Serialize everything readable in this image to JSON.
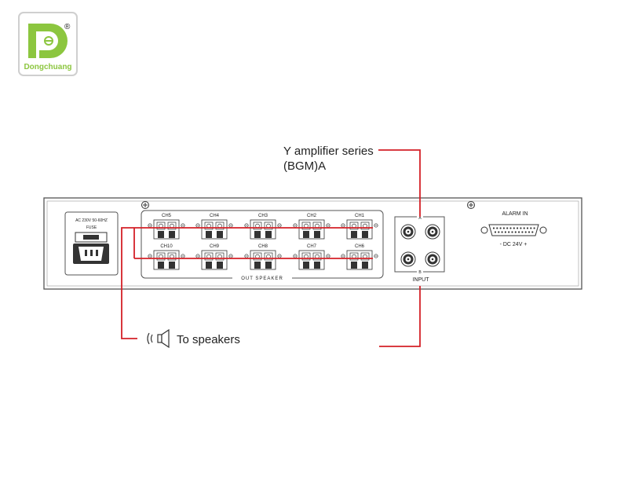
{
  "logo": {
    "brand": "Dongchuang",
    "registered": "®",
    "color": "#8cc63f"
  },
  "annotations": {
    "amp_line1": "Y amplifier series",
    "amp_line2": "(BGM)A",
    "speakers": "To speakers",
    "wire_color": "#d42027"
  },
  "panel": {
    "power": {
      "voltage": "AC 230V 50-60HZ",
      "fuse": "FUSE"
    },
    "channels_top": [
      "CH5",
      "CH4",
      "CH3",
      "CH2",
      "CH1"
    ],
    "channels_bottom": [
      "CH10",
      "CH9",
      "CH8",
      "CH7",
      "CH6"
    ],
    "out_speaker_label": "OUT SPEAKER",
    "input": {
      "label": "INPUT",
      "a": "A",
      "b": "B"
    },
    "alarm": {
      "label": "ALARM IN",
      "dc_label": "- DC   24V   +"
    }
  }
}
